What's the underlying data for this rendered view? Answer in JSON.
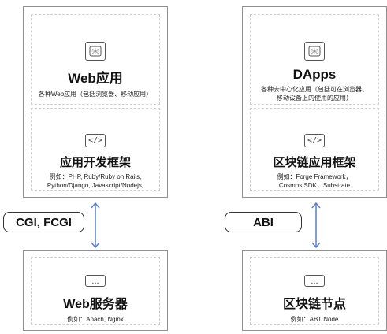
{
  "left": {
    "app_layer": {
      "icon": "grid-square-icon",
      "title": "Web应用",
      "desc": "各种Web应用（包括浏览器、移动应用）"
    },
    "framework_layer": {
      "icon": "code-brackets-icon",
      "icon_text": "</>",
      "title": "应用开发框架",
      "desc": "例如：PHP, Ruby/Ruby on Rails,\nPython/Django, Javascript/Nodejs,"
    },
    "protocol": "CGI, FCGI",
    "server": {
      "icon": "ellipsis-box-icon",
      "icon_text": "...",
      "title": "Web服务器",
      "desc": "例如：Apach, Nginx"
    }
  },
  "right": {
    "app_layer": {
      "icon": "grid-square-icon",
      "title": "DApps",
      "desc": "各种去中心化应用（包括可在浏览器、\n移动设备上的使用的应用）"
    },
    "framework_layer": {
      "icon": "code-brackets-icon",
      "icon_text": "</>",
      "title": "区块链应用框架",
      "desc": "例如：Forge Framework，\nCosmos SDK，Substrate"
    },
    "protocol": "ABI",
    "node": {
      "icon": "ellipsis-box-icon",
      "icon_text": "...",
      "title": "区块链节点",
      "desc": "例如：ABT Node"
    }
  },
  "colors": {
    "arrow": "#5b7fc7",
    "border": "#8f8f8f",
    "dashed": "#cfcfcf"
  }
}
